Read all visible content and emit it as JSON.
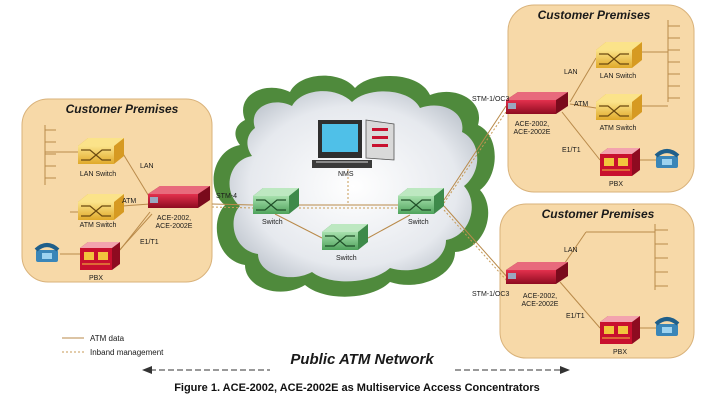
{
  "colors": {
    "premises_fill": "#f7d9a8",
    "premises_stroke": "#b07a2c",
    "cloud_outer": "#4f8a3c",
    "switch_green": "#6fbf7a",
    "switch_yellow": "#f2c53d",
    "ace_red": "#c8102e",
    "atm_line": "#b98a4a",
    "mgmt_line": "#c79a55"
  },
  "premises": {
    "left_title": "Customer Premises",
    "top_right_title": "Customer Premises",
    "bottom_right_title": "Customer Premises"
  },
  "left": {
    "lan_switch": "LAN Switch",
    "lan": "LAN",
    "atm_switch": "ATM Switch",
    "atm": "ATM",
    "ace_line1": "ACE-2002,",
    "ace_line2": "ACE-2002E",
    "e1t1": "E1/T1",
    "pbx": "PBX",
    "stm4": "STM-4"
  },
  "cloud": {
    "nms": "NMS",
    "switch_left": "Switch",
    "switch_bottom": "Switch",
    "switch_right": "Switch"
  },
  "top_right": {
    "stm": "STM-1/OC3",
    "lan": "LAN",
    "lan_switch": "LAN Switch",
    "atm": "ATM",
    "atm_switch": "ATM Switch",
    "ace_line1": "ACE-2002,",
    "ace_line2": "ACE-2002E",
    "e1t1": "E1/T1",
    "pbx": "PBX"
  },
  "bottom_right": {
    "stm": "STM-1/OC3",
    "lan": "LAN",
    "ace_line1": "ACE-2002,",
    "ace_line2": "ACE-2002E",
    "e1t1": "E1/T1",
    "pbx": "PBX"
  },
  "legend": {
    "atm_data": "ATM data",
    "inband": "Inband management"
  },
  "network_label": "Public ATM Network",
  "caption": "Figure 1.  ACE-2002, ACE-2002E as Multiservice Access Concentrators"
}
